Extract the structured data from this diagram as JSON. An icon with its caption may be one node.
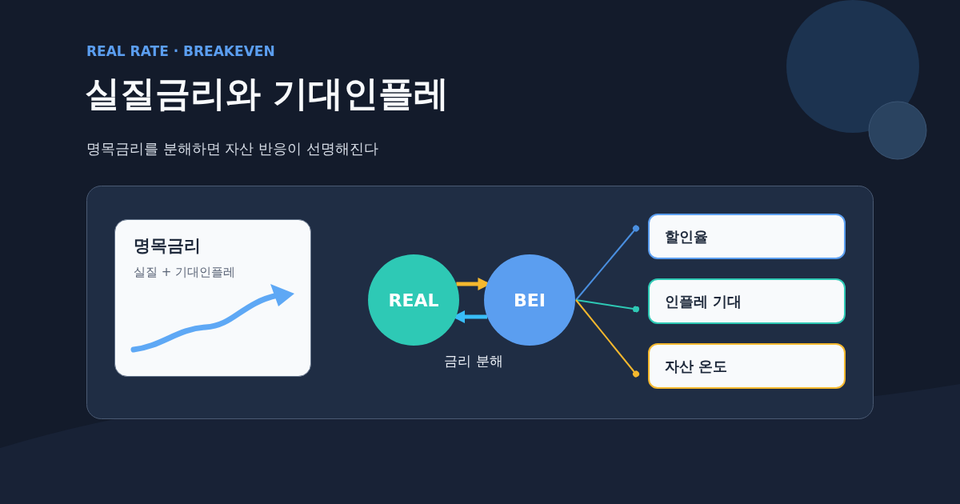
{
  "diagram": {
    "title": "실질금리와 기대인플레",
    "nodes": [
      {
        "text": [
          "명목금리",
          "실질 + 기대인플레"
        ]
      },
      {
        "text": [
          "REAL"
        ]
      },
      {
        "text": [
          "BEI"
        ]
      },
      {
        "text": [
          "할인율"
        ]
      },
      {
        "text": [
          "인플레 기대"
        ]
      },
      {
        "text": [
          "자산 온도"
        ]
      }
    ],
    "edges": [
      {
        "from": 1,
        "to": 2,
        "arrow": "to",
        "style": "thick",
        "color": "#f5b82e"
      },
      {
        "from": 2,
        "to": 1,
        "arrow": "to",
        "style": "thick",
        "color": "#38bdf8"
      },
      {
        "from": 2,
        "to": 3,
        "arrow": "other",
        "color": "#4a8fe0"
      },
      {
        "from": 2,
        "to": 4,
        "arrow": "other",
        "color": "#2ec9b5"
      },
      {
        "from": 2,
        "to": 5,
        "arrow": "other",
        "color": "#f5b82e"
      }
    ],
    "labels": [
      "REAL RATE · BREAKEVEN",
      "명목금리를 분해하면 자산 반응이 선명해진다",
      "금리 분해"
    ]
  }
}
